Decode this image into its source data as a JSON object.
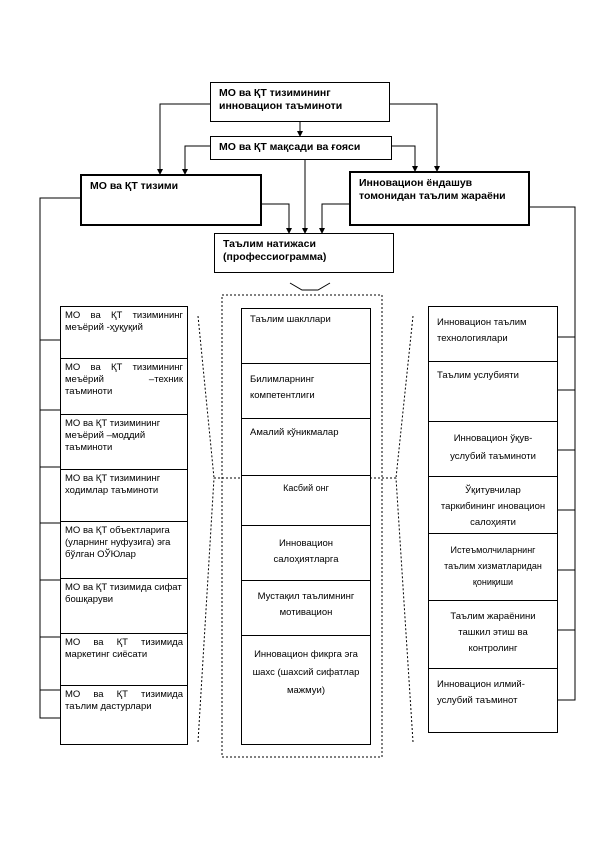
{
  "top_boxes": {
    "innovation_support": "МО ва ҚТ тизимининг инновацион таъминоти",
    "goal_idea": "МО ва ҚТ мақсади ва ғояси",
    "system": "МО ва ҚТ тизими",
    "innovation_process": "Инновацион ёндашув томонидан таълим жараёни",
    "result": "Таълим натижаси (профессиограмма)"
  },
  "left_column": [
    "МО ва ҚТ тизимининг меъёрий -ҳуқуқий",
    "МО ва ҚТ тизимининг меъёрий –техник таъминоти",
    "МО ва ҚТ тизимининг меъёрий –моддий таъминоти",
    "МО ва ҚТ тизимининг ходимлар таъминоти",
    "МО ва ҚТ объектларига (уларнинг нуфузига) эга бўлган ОЎЮлар",
    "МО ва ҚТ тизимида сифат бошқаруви",
    "МО ва ҚТ тизимида маркетинг сиёсати",
    "МО ва ҚТ тизимида таълим дастурлари"
  ],
  "middle_column": [
    "Таълим шакллари",
    "Билимларнинг компетентлиги",
    "Амалий кўникмалар",
    "Касбий онг",
    "Инновацион салоҳиятларга",
    "Мустақил таълимнинг мотивацион",
    "Инновацион фикрга эга шахс (шахсий сифатлар мажмуи)"
  ],
  "right_column": [
    "Инновацион таълим технологиялари",
    "Таълим услубияти",
    "Инновацион ўқув-услубий таъминоти",
    "Ўқитувчилар таркибининг иновацион салоҳияти",
    "Истеъмолчиларнинг таълим хизматларидан қониқиши",
    "Таълим жараёнини ташкил этиш ва контролинг",
    "Инновацион илмий-услубий таъминот"
  ]
}
